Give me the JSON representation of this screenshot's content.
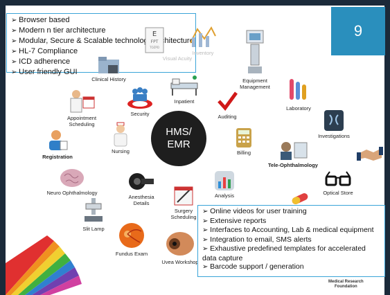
{
  "slide_number": "9",
  "top_features": [
    "Browser based",
    "Modern n tier architecture",
    "Modular, Secure & Scalable technology architecture",
    "HL-7 Compliance",
    "ICD adherence",
    "User friendly GUI"
  ],
  "bottom_features": [
    "Online videos for user training",
    "Extensive reports",
    "Interfaces to Accounting, Lab & medical equipment",
    "Integration to email, SMS alerts",
    "Exhaustive predefined templates for accelerated data capture",
    "Barcode support / generation"
  ],
  "center": {
    "line1": "HMS/",
    "line2": "EMR"
  },
  "modules": {
    "visual_acuity": "Visual Acuity",
    "inventory": "Inventory",
    "clinical_history": "Clinical History",
    "equipment": "Equipment Management",
    "inpatient": "Inpatient",
    "appointment": "Appointment Scheduling",
    "security": "Security",
    "auditing": "Auditing",
    "laboratory": "Laboratory",
    "investigations": "Investigations",
    "registration": "Registration",
    "nursing": "Nursing",
    "billing": "Billing",
    "tele": "Tele-Ophthalmology",
    "neuro": "Neuro Ophthalmology",
    "anesthesia": "Anesthesia Details",
    "analysis": "Analysis",
    "optical": "Optical Store",
    "slit_lamp": "Slit Lamp",
    "surgery": "Surgery Scheduling",
    "fundus": "Fundus Exam",
    "uvea": "Uvea Workshop"
  },
  "footer": {
    "line1": "Medical Research",
    "line2": "Foundation"
  },
  "colors": {
    "accent": "#2a8fbd",
    "border": "#39a4d8",
    "dark": "#1b2a3a"
  }
}
